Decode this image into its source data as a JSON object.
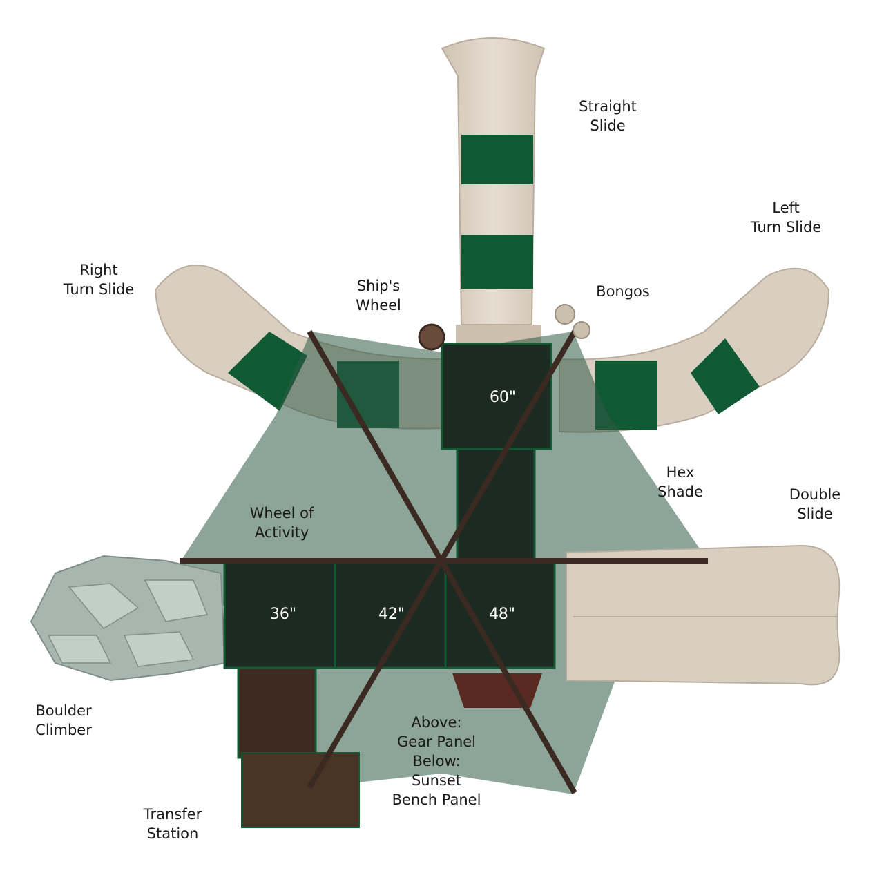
{
  "labels": {
    "straight_slide": [
      "Straight",
      "Slide"
    ],
    "left_turn_slide": [
      "Left",
      "Turn Slide"
    ],
    "right_turn_slide": [
      "Right",
      "Turn Slide"
    ],
    "ships_wheel": [
      "Ship's",
      "Wheel"
    ],
    "bongos": [
      "Bongos"
    ],
    "hex_shade": [
      "Hex",
      "Shade"
    ],
    "double_slide": [
      "Double",
      "Slide"
    ],
    "wheel_of_activity": [
      "Wheel of",
      "Activity"
    ],
    "boulder_climber": [
      "Boulder",
      "Climber"
    ],
    "gear_panel": [
      "Above:",
      "Gear Panel",
      "Below:",
      "Sunset",
      "Bench Panel"
    ],
    "transfer_station": [
      "Transfer",
      "Station"
    ]
  },
  "decks": {
    "deck_60": "60\"",
    "deck_36": "36\"",
    "deck_42": "42\"",
    "deck_48": "48\""
  },
  "colors": {
    "slide_tan": "#d9cfc1",
    "slide_green": "#0f5a33",
    "deck_dark": "#1c2a22",
    "shade": "#2f5a45",
    "rock": "#a8b6b0",
    "post": "#3a2a22",
    "bench": "#5a2a22"
  }
}
